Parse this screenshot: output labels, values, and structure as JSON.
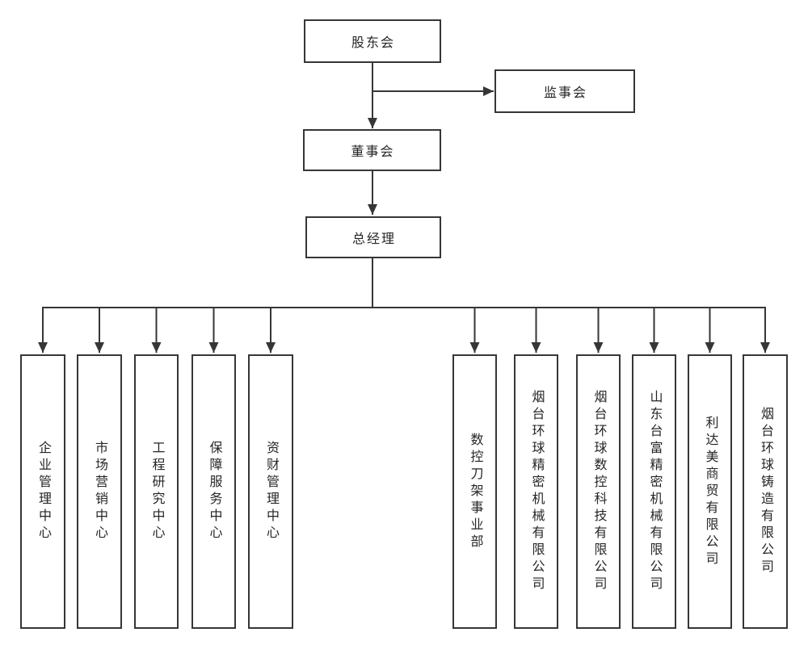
{
  "chart": {
    "type": "org-chart",
    "colors": {
      "line": "#363636",
      "box_border": "#363636",
      "box_fill": "#ffffff",
      "text": "#262626",
      "background": "#ffffff"
    },
    "nodes": {
      "shareholders": {
        "label": "股东会"
      },
      "supervisory": {
        "label": "监事会"
      },
      "board": {
        "label": "董事会"
      },
      "general_manager": {
        "label": "总经理"
      }
    },
    "subordinates": [
      {
        "label": "企业管理中心"
      },
      {
        "label": "市场营销中心"
      },
      {
        "label": "工程研究中心"
      },
      {
        "label": "保障服务中心"
      },
      {
        "label": "资财管理中心"
      },
      {
        "label": "数控刀架事业部"
      },
      {
        "label": "烟台环球精密机械有限公司"
      },
      {
        "label": "烟台环球数控科技有限公司"
      },
      {
        "label": "山东台富精密机械有限公司"
      },
      {
        "label": "利达美商贸有限公司"
      },
      {
        "label": "烟台环球铸造有限公司"
      }
    ],
    "hierarchy": {
      "root": "股东会",
      "edges": [
        [
          "股东会",
          "监事会"
        ],
        [
          "股东会",
          "董事会"
        ],
        [
          "董事会",
          "总经理"
        ],
        [
          "总经理",
          "all_subordinates"
        ]
      ]
    }
  }
}
